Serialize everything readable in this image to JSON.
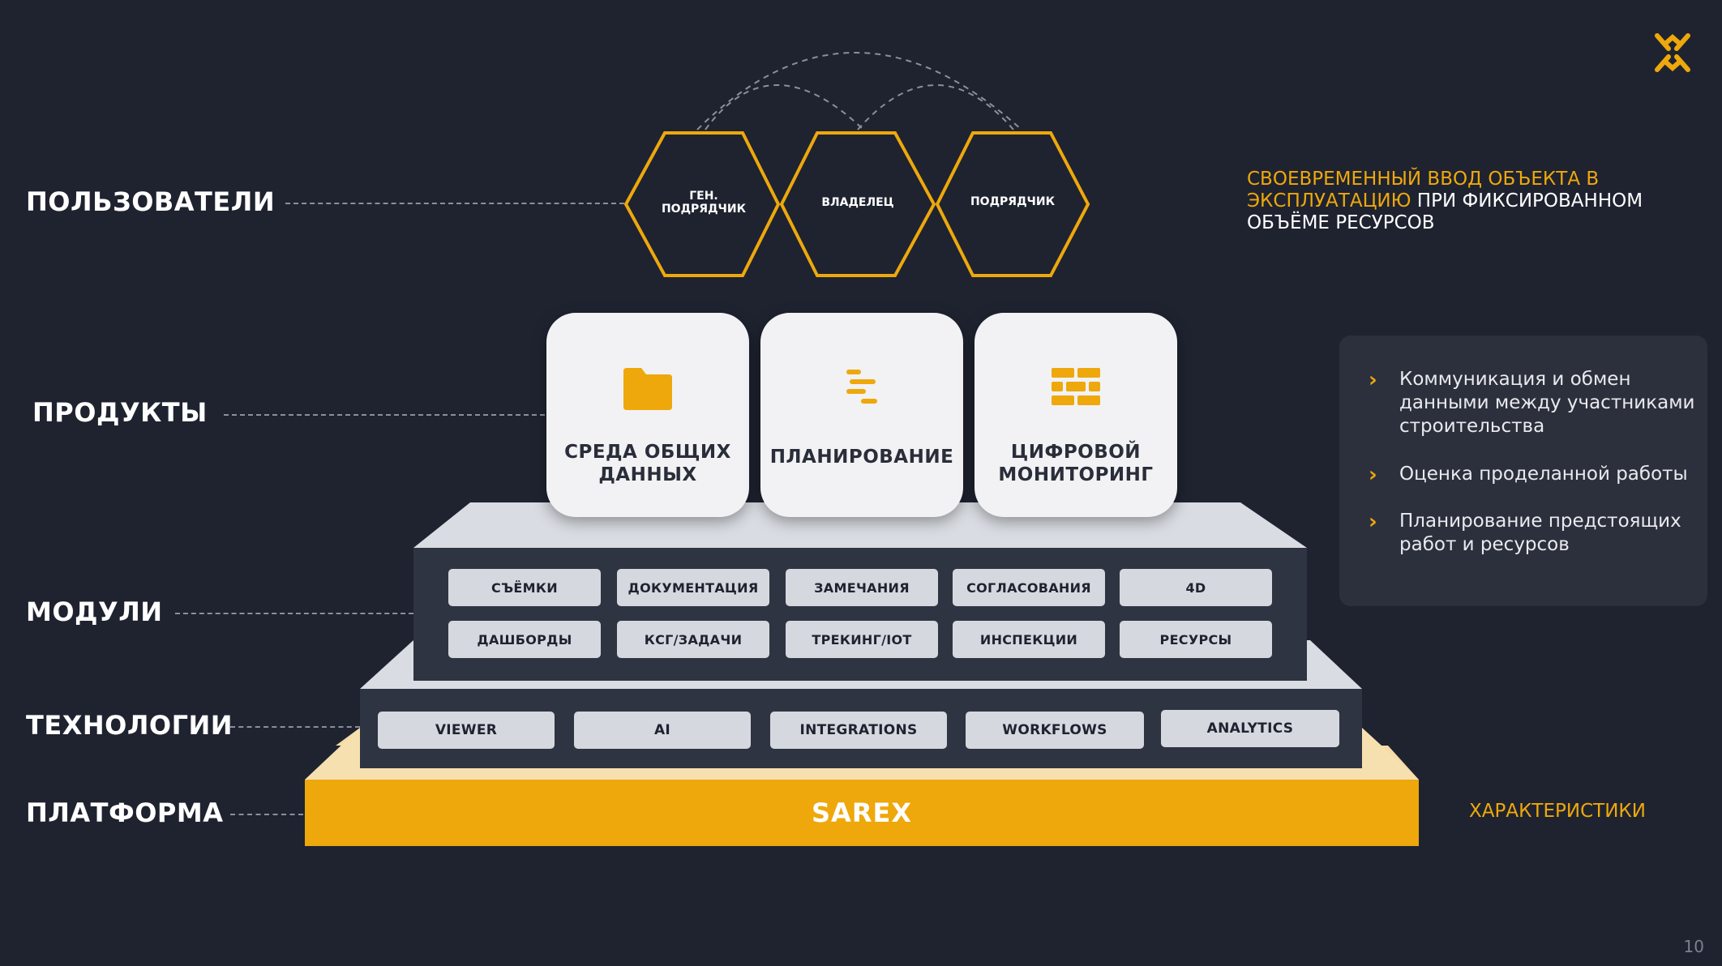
{
  "layers": {
    "users": "ПОЛЬЗОВАТЕЛИ",
    "products": "ПРОДУКТЫ",
    "modules": "МОДУЛИ",
    "technologies": "ТЕХНОЛОГИИ",
    "platform": "ПЛАТФОРМА"
  },
  "users": [
    {
      "line1": "ГЕН.",
      "line2": "ПОДРЯДЧИК"
    },
    {
      "line1": "ВЛАДЕЛЕЦ",
      "line2": ""
    },
    {
      "line1": "ПОДРЯДЧИК",
      "line2": ""
    }
  ],
  "headline": {
    "accent": "СВОЕВРЕМЕННЫЙ ВВОД ОБЪЕКТА В ЭКСПЛУАТАЦИЮ",
    "rest": " ПРИ ФИКСИРОВАННОМ ОБЪЁМЕ РЕСУРСОВ"
  },
  "products": [
    {
      "line1": "СРЕДА ОБЩИХ",
      "line2": "ДАННЫХ",
      "icon": "folder-icon"
    },
    {
      "line1": "ПЛАНИРОВАНИЕ",
      "line2": "",
      "icon": "gantt-icon"
    },
    {
      "line1": "ЦИФРОВОЙ",
      "line2": "МОНИТОРИНГ",
      "icon": "brick-wall-icon"
    }
  ],
  "modules": {
    "row1": [
      "СЪЁМКИ",
      "ДОКУМЕНТАЦИЯ",
      "ЗАМЕЧАНИЯ",
      "СОГЛАСОВАНИЯ",
      "4D"
    ],
    "row2": [
      "ДАШБОРДЫ",
      "КСГ/ЗАДАЧИ",
      "ТРЕКИНГ/IOT",
      "ИНСПЕКЦИИ",
      "РЕСУРСЫ"
    ]
  },
  "technologies": [
    "VIEWER",
    "AI",
    "INTEGRATIONS",
    "WORKFLOWS",
    "ANALYTICS"
  ],
  "platform_name": "SAREX",
  "features": [
    "Коммуникация и обмен данными между участниками строительства",
    "Оценка проделанной работы",
    "Планирование предстоящих работ и ресурсов"
  ],
  "characteristics": "ХАРАКТЕРИСТИКИ",
  "page_number": "10",
  "colors": {
    "accent": "#eea80c",
    "background": "#1f2330",
    "panel": "#2c303d",
    "card": "#f2f2f4",
    "pill": "#d5d8de"
  }
}
